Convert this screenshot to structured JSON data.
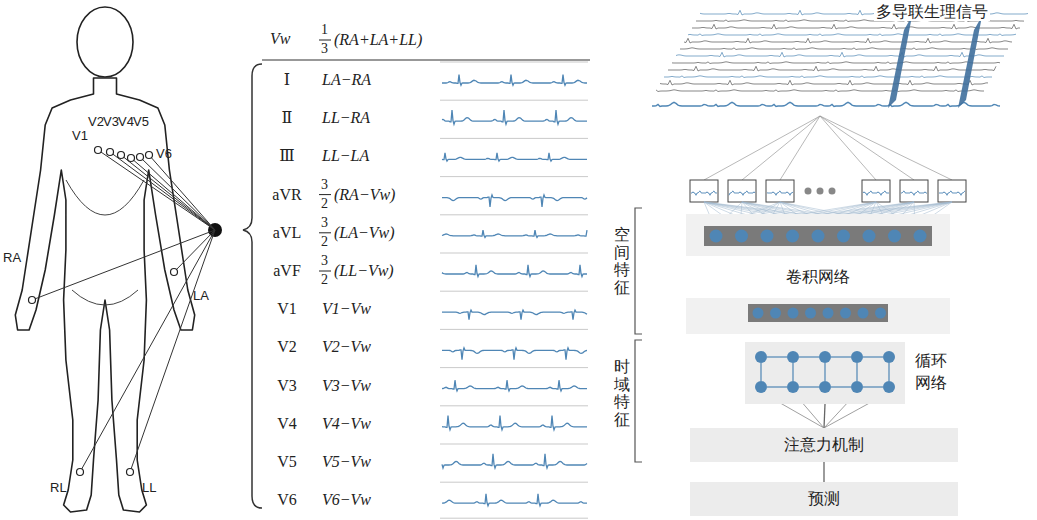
{
  "diagram": {
    "nodes": [
      {
        "text": [
          "卷积网络"
        ]
      },
      {
        "text": [
          "循环网络"
        ]
      },
      {
        "text": [
          "注意力机制"
        ]
      },
      {
        "text": [
          "预测"
        ]
      }
    ],
    "edges": [
      {
        "from": 1,
        "to": 2,
        "arrow": "none"
      },
      {
        "from": 2,
        "to": 3,
        "arrow": "none"
      }
    ],
    "labels": [
      "多导联生理信号",
      "空间特征",
      "时域特征",
      "V1",
      "V2",
      "V3",
      "V4",
      "V5",
      "V6",
      "RA",
      "LA",
      "RL",
      "LL",
      "Vw",
      "1",
      "3",
      "(RA+LA+LL)",
      "Ⅰ",
      "LA−RA",
      "Ⅱ",
      "LL−RA",
      "Ⅲ",
      "LL−LA",
      "aVR",
      "3",
      "2",
      "(RA−Vw)",
      "aVL",
      "3",
      "2",
      "(LA−Vw)",
      "aVF",
      "3",
      "2",
      "(LL−Vw)",
      "V1",
      "V1−Vw",
      "V2",
      "V2−Vw",
      "V3",
      "V3−Vw",
      "V4",
      "V4−Vw",
      "V5",
      "V5−Vw",
      "V6",
      "V6−Vw"
    ]
  }
}
